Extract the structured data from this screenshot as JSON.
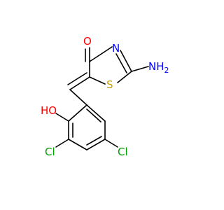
{
  "molecule": {
    "atoms": {
      "oxygen_carbonyl": "O",
      "nitrogen_ring": "N",
      "amino": "NH",
      "amino_subscript": "2",
      "sulfur": "S",
      "hydroxyl": "HO",
      "chlorine_left": "Cl",
      "chlorine_right": "Cl"
    },
    "colors": {
      "bond": "#000000",
      "oxygen": "#ff0000",
      "nitrogen": "#0000ff",
      "sulfur": "#c8a000",
      "chlorine": "#00a000"
    }
  }
}
